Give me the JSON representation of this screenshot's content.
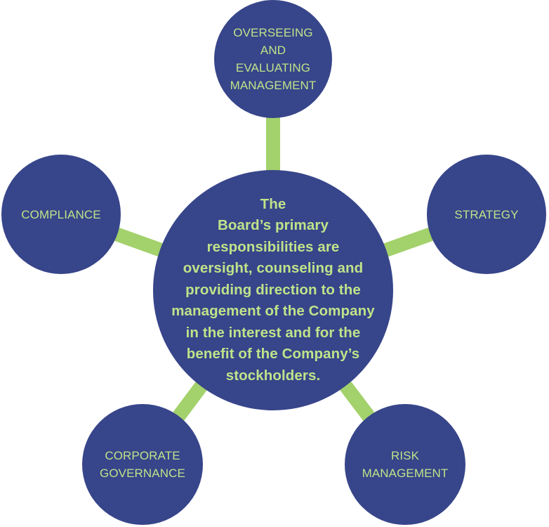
{
  "colors": {
    "node_fill": "#37458a",
    "node_text": "#bfe38a",
    "connector": "#a3d16b",
    "background": "#ffffff"
  },
  "center": {
    "text": "The\nBoard’s primary\nresponsibilities are\noversight, counseling and\nproviding direction to the\nmanagement of the Company\nin the interest and for the\nbenefit of the Company’s\nstockholders."
  },
  "nodes": {
    "overseeing": {
      "text": "OVERSEEING\nAND\nEVALUATING\nMANAGEMENT"
    },
    "compliance": {
      "text": "COMPLIANCE"
    },
    "strategy": {
      "text": "STRATEGY"
    },
    "corporate_governance": {
      "text": "CORPORATE\nGOVERNANCE"
    },
    "risk_management": {
      "text": "RISK\nMANAGEMENT"
    }
  }
}
